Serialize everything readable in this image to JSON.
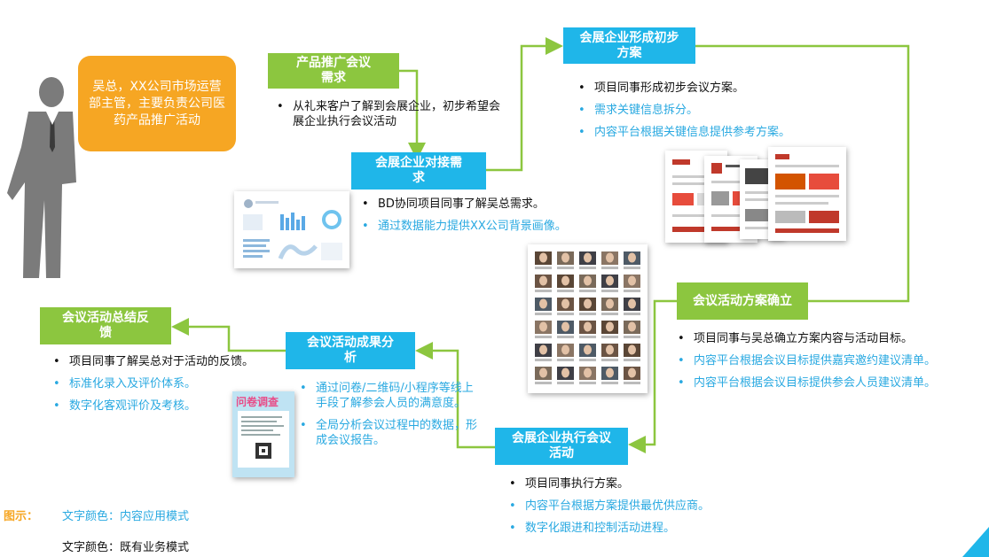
{
  "persona": {
    "text": "吴总，XX公司市场运营部主管，主要负责公司医药产品推广活动"
  },
  "steps": {
    "s1": {
      "title": "产品推广会议需求",
      "bullets": [
        {
          "text": "从礼来客户了解到会展企业，初步希望会展企业执行会议活动",
          "mode": "existing"
        }
      ]
    },
    "s2": {
      "title": "会展企业对接需求",
      "bullets": [
        {
          "text": "BD协同项目同事了解吴总需求。",
          "mode": "existing"
        },
        {
          "text": "通过数据能力提供XX公司背景画像。",
          "mode": "application"
        }
      ]
    },
    "s3": {
      "title": "会展企业形成初步方案",
      "bullets": [
        {
          "text": "项目同事形成初步会议方案。",
          "mode": "existing"
        },
        {
          "text": "需求关键信息拆分。",
          "mode": "application"
        },
        {
          "text": "内容平台根据关键信息提供参考方案。",
          "mode": "application"
        }
      ]
    },
    "s4": {
      "title": "会议活动方案确立",
      "bullets": [
        {
          "text": "项目同事与吴总确立方案内容与活动目标。",
          "mode": "existing"
        },
        {
          "text": "内容平台根据会议目标提供嘉宾邀约建议清单。",
          "mode": "application"
        },
        {
          "text": "内容平台根据会议目标提供参会人员建议清单。",
          "mode": "application"
        }
      ]
    },
    "s5": {
      "title": "会展企业执行会议活动",
      "bullets": [
        {
          "text": "项目同事执行方案。",
          "mode": "existing"
        },
        {
          "text": "内容平台根据方案提供最优供应商。",
          "mode": "application"
        },
        {
          "text": "数字化跟进和控制活动进程。",
          "mode": "application"
        }
      ]
    },
    "s6": {
      "title": "会议活动成果分析",
      "bullets": [
        {
          "text": "通过问卷/二维码/小程序等线上手段了解参会人员的满意度。",
          "mode": "application"
        },
        {
          "text": "全局分析会议过程中的数据，形成会议报告。",
          "mode": "application"
        }
      ]
    },
    "s7": {
      "title": "会议活动总结反馈",
      "bullets": [
        {
          "text": "项目同事了解吴总对于活动的反馈。",
          "mode": "existing"
        },
        {
          "text": "标准化录入及评价体系。",
          "mode": "application"
        },
        {
          "text": "数字化客观评价及考核。",
          "mode": "application"
        }
      ]
    }
  },
  "legend": {
    "label": "图示：",
    "application": "文字颜色：内容应用模式",
    "existing": "文字颜色：既有业务模式"
  },
  "colors": {
    "green": "#8cc63f",
    "blue": "#1fb6e9",
    "orange": "#f6a623",
    "application_text": "#29a9e1",
    "existing_text": "#111111"
  },
  "thumb_text": {
    "survey_title": "问卷调查"
  }
}
